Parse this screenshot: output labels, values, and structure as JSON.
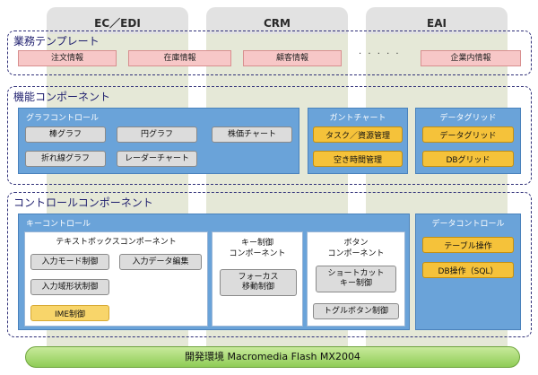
{
  "columns": [
    "EC／EDI",
    "CRM",
    "EAI"
  ],
  "sections": {
    "templates": {
      "title": "業務テンプレート",
      "items": [
        "注文情報",
        "在庫情報",
        "顧客情報",
        "企業内情報"
      ],
      "ellipsis": "· · · · ·"
    },
    "functions": {
      "title": "機能コンポーネント",
      "graph": {
        "title": "グラフコントロール",
        "items": [
          "棒グラフ",
          "円グラフ",
          "株価チャート",
          "折れ線グラフ",
          "レーダーチャート"
        ]
      },
      "gantt": {
        "title": "ガントチャート",
        "items": [
          "タスク／資源管理",
          "空き時間管理"
        ]
      },
      "datagrid": {
        "title": "データグリッド",
        "items": [
          "データグリッド",
          "DBグリッド"
        ]
      }
    },
    "controls": {
      "title": "コントロールコンポーネント",
      "key": {
        "title": "キーコントロール",
        "textbox": {
          "title": "テキストボックスコンポーネント",
          "items": [
            "入力モード制御",
            "入力データ編集",
            "入力域形状制御",
            "IME制御"
          ]
        },
        "keyctl": {
          "title_line1": "キー制御",
          "title_line2": "コンポーネント",
          "item_line1": "フォーカス",
          "item_line2": "移動制御"
        },
        "button": {
          "title_line1": "ボタン",
          "title_line2": "コンポーネント",
          "shortcut_line1": "ショートカット",
          "shortcut_line2": "キー制御",
          "toggle": "トグルボタン制御"
        }
      },
      "data": {
        "title": "データコントロール",
        "items": [
          "テーブル操作",
          "DB操作（SQL）"
        ]
      }
    }
  },
  "bottom": "開発環境 Macromedia Flash MX2004",
  "colors": {
    "frame": "#2f2f78",
    "pink": "#f7c7c7",
    "blue": "#6aa3d9",
    "yellow": "#f5c23a",
    "green": "#8fcc56",
    "column": "#e2e2e2"
  }
}
